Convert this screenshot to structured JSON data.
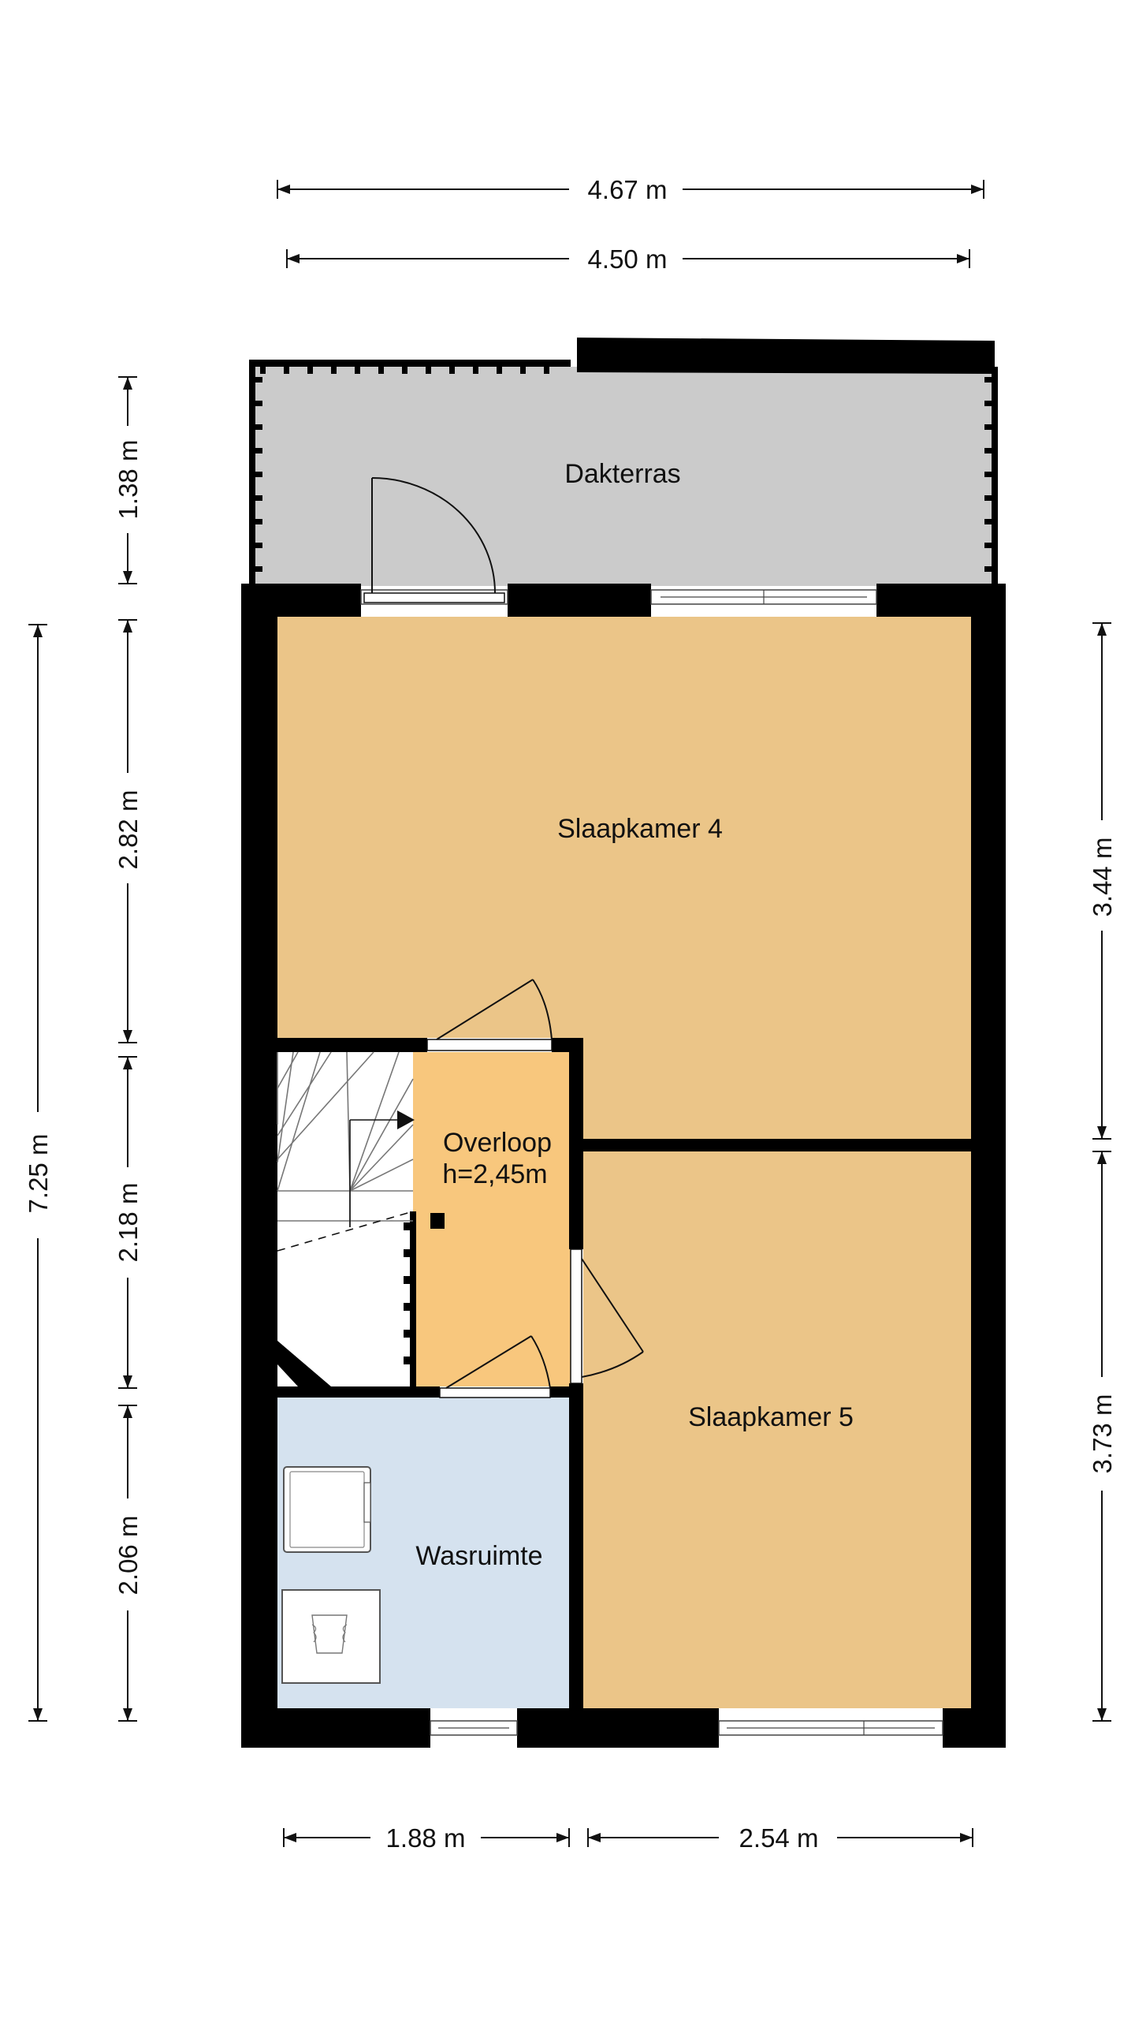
{
  "rooms": {
    "dakterras": "Dakterras",
    "slaapkamer4": "Slaapkamer 4",
    "overloop": "Overloop",
    "overloop_height": "h=2,45m",
    "slaapkamer5": "Slaapkamer 5",
    "wasruimte": "Wasruimte"
  },
  "dimensions": {
    "top_overall": "4.67 m",
    "top_inner": "4.50 m",
    "left_overall": "7.25 m",
    "left_terrace": "1.38 m",
    "left_bedroom4": "2.82 m",
    "left_landing": "2.18 m",
    "left_laundry": "2.06 m",
    "right_bedroom4": "3.44 m",
    "right_bedroom5": "3.73 m",
    "bottom_left": "1.88 m",
    "bottom_right": "2.54 m"
  },
  "colors": {
    "wall": "#000000",
    "terrace": "#cbcbcb",
    "bedroom": "#ebc588",
    "landing": "#f8c77d",
    "laundry": "#d5e2ef",
    "stairs": "#ffffff"
  }
}
